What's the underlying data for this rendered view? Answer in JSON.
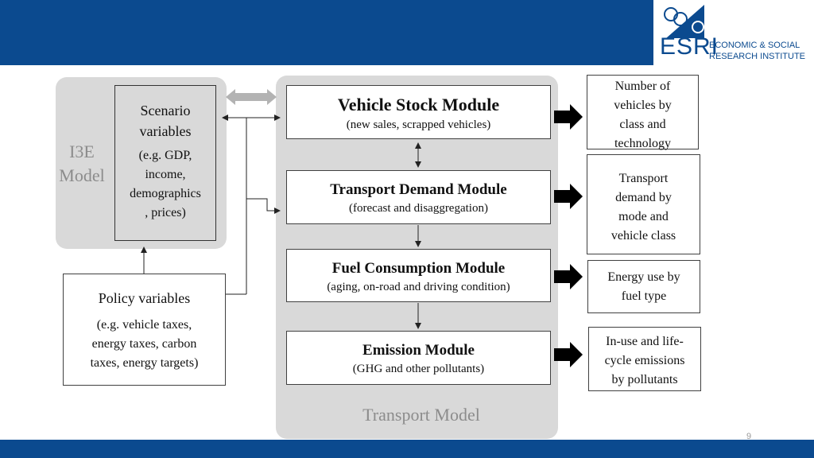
{
  "header": {
    "logo": {
      "acronym": "ESRI",
      "line1": "ECONOMIC & SOCIAL",
      "line2": "RESEARCH INSTITUTE"
    }
  },
  "i3e": {
    "label_line1": "I3E",
    "label_line2": "Model"
  },
  "scenario": {
    "title_line1": "Scenario",
    "title_line2": "variables",
    "detail_lines": [
      "(e.g. GDP,",
      "income,",
      "demographics",
      ", prices)"
    ]
  },
  "policy": {
    "title": "Policy variables",
    "detail_lines": [
      "(e.g. vehicle taxes,",
      "energy taxes, carbon",
      "taxes, energy targets)"
    ]
  },
  "transport_model": {
    "label": "Transport Model",
    "modules": [
      {
        "title": "Vehicle Stock Module",
        "subtitle": "(new sales, scrapped vehicles)"
      },
      {
        "title": "Transport Demand Module",
        "subtitle": "(forecast and disaggregation)"
      },
      {
        "title": "Fuel Consumption Module",
        "subtitle": "(aging, on-road and driving condition)"
      },
      {
        "title": "Emission Module",
        "subtitle": "(GHG and other pollutants)"
      }
    ]
  },
  "outputs": [
    {
      "lines": [
        "Number of",
        "vehicles by",
        "class and",
        "technology"
      ]
    },
    {
      "lines": [
        "Transport",
        "demand by",
        "mode and",
        "vehicle class"
      ]
    },
    {
      "lines": [
        "Energy use by",
        "fuel type"
      ]
    },
    {
      "lines": [
        "In-use and life-",
        "cycle emissions",
        "by pollutants"
      ]
    }
  ],
  "footer": {
    "page_number": "9"
  },
  "colors": {
    "brand_blue": "#0b4a8f",
    "panel_gray": "#d9d9d9",
    "faded_label": "#8c8c8c"
  }
}
